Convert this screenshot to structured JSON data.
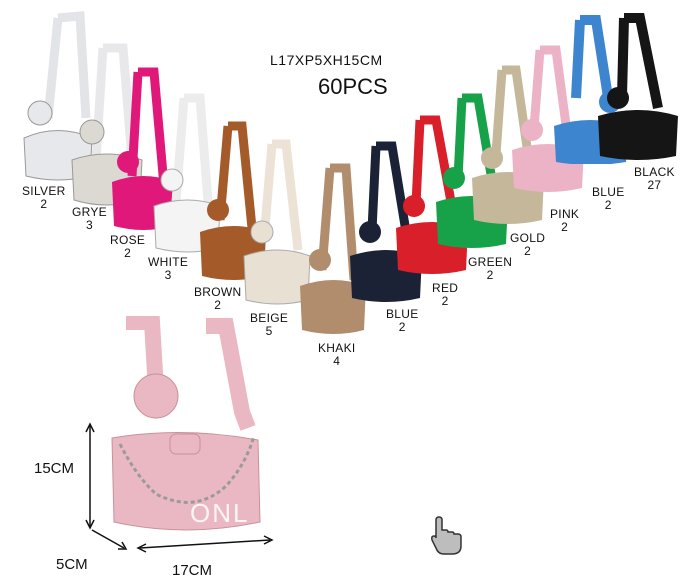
{
  "header": {
    "spec": "L17XP5XH15CM",
    "total": "60PCS"
  },
  "bags": [
    {
      "name": "SILVER",
      "qty": "2",
      "color": "#e6e8ec"
    },
    {
      "name": "GRYE",
      "qty": "3",
      "color": "#dcd9d2"
    },
    {
      "name": "ROSE",
      "qty": "2",
      "color": "#e0187a"
    },
    {
      "name": "WHITE",
      "qty": "3",
      "color": "#f4f4f4"
    },
    {
      "name": "BROWN",
      "qty": "2",
      "color": "#a55a2a"
    },
    {
      "name": "BEIGE",
      "qty": "5",
      "color": "#e9e0d4"
    },
    {
      "name": "KHAKI",
      "qty": "4",
      "color": "#b18d6e"
    },
    {
      "name": "BLUE",
      "qty": "2",
      "color": "#1c2236"
    },
    {
      "name": "RED",
      "qty": "2",
      "color": "#d81f2a"
    },
    {
      "name": "GREEN",
      "qty": "2",
      "color": "#17a24a"
    },
    {
      "name": "GOLD",
      "qty": "2",
      "color": "#c5b79a"
    },
    {
      "name": "PINK",
      "qty": "2",
      "color": "#ecb3c6"
    },
    {
      "name": "BLUE",
      "qty": "2",
      "color": "#3d86cf"
    },
    {
      "name": "BLACK",
      "qty": "27",
      "color": "#151515"
    }
  ],
  "detail": {
    "color": "#eab8c2",
    "height": "15CM",
    "depth": "5CM",
    "length": "17CM",
    "watermark": "ONL"
  }
}
